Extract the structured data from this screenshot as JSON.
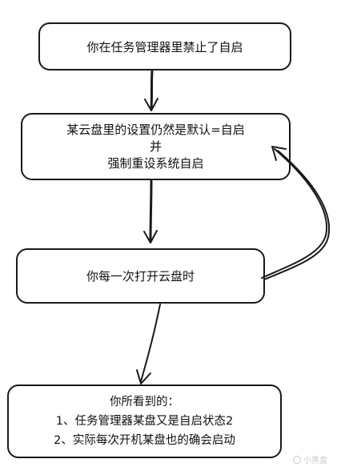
{
  "nodes": {
    "step1": {
      "text": "你在任务管理器里禁止了自启"
    },
    "step2": {
      "line1": "某云盘里的设置仍然是默认=自启",
      "line2": "并",
      "line3": "强制重设系统自启"
    },
    "step3": {
      "text": "你每一次打开云盘时"
    },
    "result": {
      "heading": "你所看到的：",
      "items": [
        "1、任务管理器某盘又是自启状态2",
        "2、实际每次开机某盘也的确会启动"
      ]
    }
  },
  "watermark": {
    "text": "小黑盒"
  },
  "colors": {
    "stroke": "#1a1a1a",
    "watermark": "#c8c8c8"
  }
}
